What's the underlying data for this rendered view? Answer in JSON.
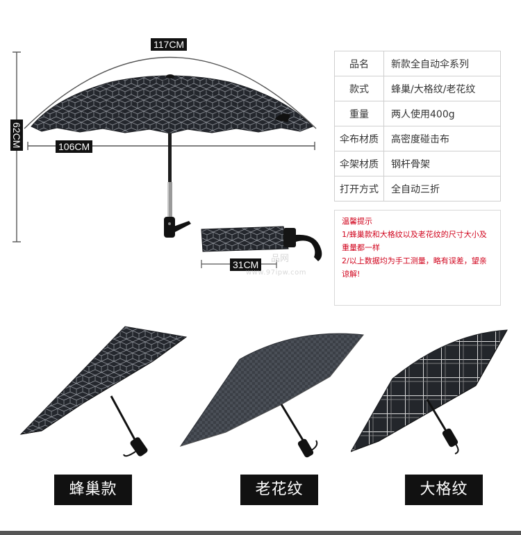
{
  "dimensions": {
    "arc_length": "117CM",
    "canopy_width": "106CM",
    "height": "62CM",
    "folded_length": "31CM"
  },
  "specs": [
    {
      "key": "品名",
      "value": "新款全自动伞系列"
    },
    {
      "key": "款式",
      "value": "蜂巢/大格纹/老花纹"
    },
    {
      "key": "重量",
      "value": "两人使用400g"
    },
    {
      "key": "伞布材质",
      "value": "高密度碰击布"
    },
    {
      "key": "伞架材质",
      "value": "钢杆骨架"
    },
    {
      "key": "打开方式",
      "value": "全自动三折"
    }
  ],
  "notice": {
    "title": "温馨提示",
    "line1": "1/蜂巢款和大格纹以及老花纹的尺寸大小及重量都一样",
    "line2": "2/以上数据均为手工测量，略有误差，望亲谅解!"
  },
  "watermark": {
    "text": "品网",
    "site": "www.97ipw.com"
  },
  "styles": [
    {
      "label": "蜂巢款"
    },
    {
      "label": "老花纹"
    },
    {
      "label": "大格纹"
    }
  ],
  "colors": {
    "canopy": "#2a2d33",
    "notice_red": "#d0021b",
    "label_bg": "#111111"
  }
}
